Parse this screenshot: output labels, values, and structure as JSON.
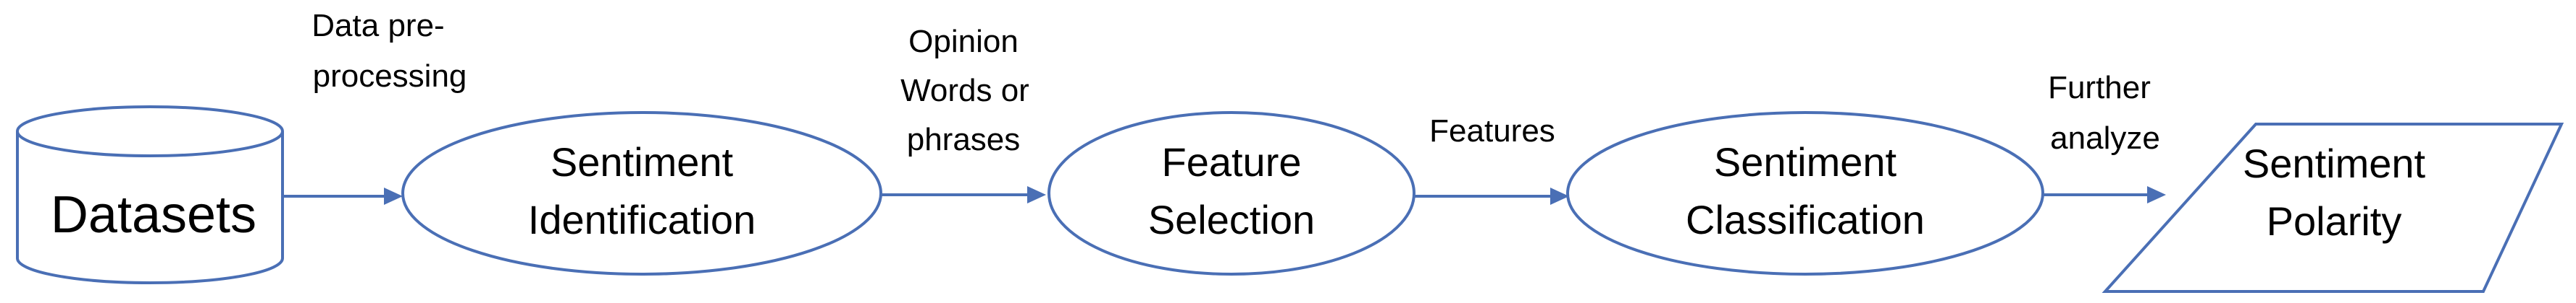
{
  "nodes": {
    "datasets": {
      "label": "Datasets"
    },
    "sentiment_identification": {
      "line1": "Sentiment",
      "line2": "Identification"
    },
    "feature_selection": {
      "line1": "Feature",
      "line2": "Selection"
    },
    "sentiment_classification": {
      "line1": "Sentiment",
      "line2": "Classification"
    },
    "sentiment_polarity": {
      "line1": "Sentiment",
      "line2": "Polarity"
    }
  },
  "edges": {
    "preprocessing": {
      "line1": "Data pre-",
      "line2": "processing"
    },
    "opinion_words": {
      "line1": "Opinion",
      "line2": "Words or",
      "line3": "phrases"
    },
    "features": {
      "line1": "Features"
    },
    "further_analyze": {
      "line1": "Further",
      "line2": "analyze"
    }
  },
  "colors": {
    "stroke": "#4a6fb5",
    "text": "#000000",
    "background": "#ffffff"
  }
}
